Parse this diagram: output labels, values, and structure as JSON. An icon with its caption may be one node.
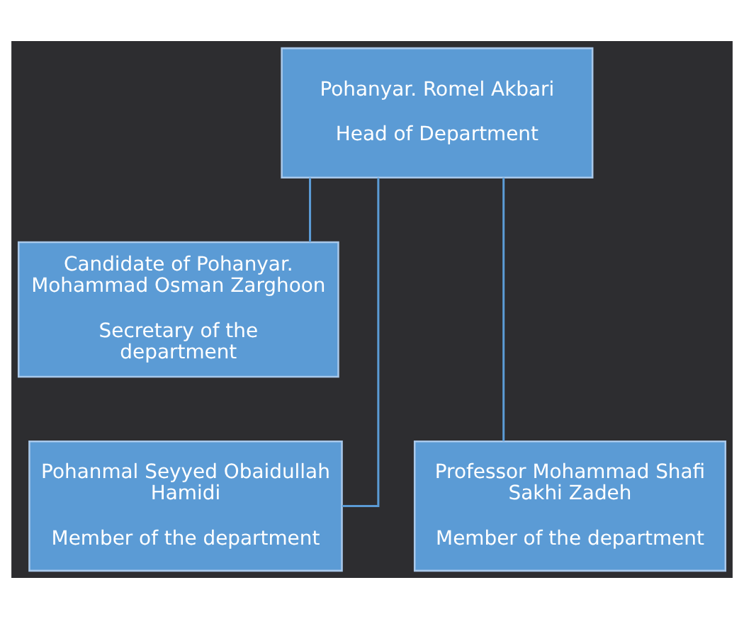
{
  "diagram": {
    "nodes": [
      {
        "text": [
          "Pohanyar. Romel Akbari",
          "Head of Department"
        ]
      },
      {
        "text": [
          "Candidate of Pohanyar. Mohammad Osman Zarghoon",
          "Secretary of the department"
        ]
      },
      {
        "text": [
          "Pohanmal Seyyed Obaidullah Hamidi",
          "Member of the department"
        ]
      },
      {
        "text": [
          "Professor Mohammad Shafi Sakhi Zadeh",
          "Member of the department"
        ]
      }
    ],
    "edges": [
      {
        "from": 0,
        "to": 1,
        "arrow": "none"
      },
      {
        "from": 0,
        "to": 2,
        "arrow": "none"
      },
      {
        "from": 0,
        "to": 3,
        "arrow": "none"
      }
    ]
  }
}
